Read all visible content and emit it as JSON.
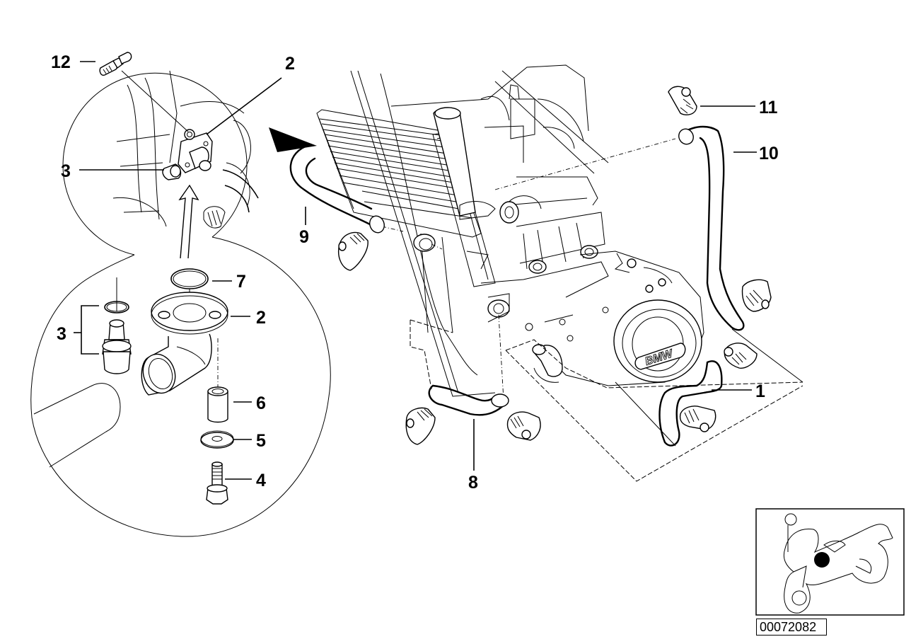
{
  "diagram": {
    "title": "Cooling system – water hoses (exploded parts view)",
    "labels": [
      {
        "id": "1",
        "text": "1"
      },
      {
        "id": "2a",
        "text": "2"
      },
      {
        "id": "2b",
        "text": "2"
      },
      {
        "id": "3a",
        "text": "3"
      },
      {
        "id": "3b",
        "text": "3"
      },
      {
        "id": "4",
        "text": "4"
      },
      {
        "id": "5",
        "text": "5"
      },
      {
        "id": "6",
        "text": "6"
      },
      {
        "id": "7",
        "text": "7"
      },
      {
        "id": "8",
        "text": "8"
      },
      {
        "id": "9",
        "text": "9"
      },
      {
        "id": "10",
        "text": "10"
      },
      {
        "id": "11",
        "text": "11"
      },
      {
        "id": "12",
        "text": "12"
      }
    ],
    "logo_text": "BMW",
    "reference_number": "00072082",
    "locator_marker_color": "#000000"
  }
}
